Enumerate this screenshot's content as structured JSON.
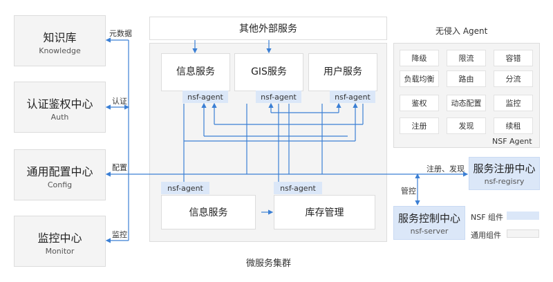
{
  "left_nodes": [
    {
      "title": "知识库",
      "sub": "Knowledge",
      "edge_label": "元数据"
    },
    {
      "title": "认证鉴权中心",
      "sub": "Auth",
      "edge_label": "认证"
    },
    {
      "title": "通用配置中心",
      "sub": "Config",
      "edge_label": "配置"
    },
    {
      "title": "监控中心",
      "sub": "Monitor",
      "edge_label": "监控"
    }
  ],
  "external": {
    "title": "其他外部服务"
  },
  "cluster": {
    "label": "微服务集群",
    "services_top": [
      "信息服务",
      "GIS服务",
      "用户服务"
    ],
    "agent_label": "nsf-agent",
    "services_bottom": [
      "信息服务",
      "库存管理"
    ]
  },
  "agent_panel": {
    "title": "无侵入 Agent",
    "features": [
      "降级",
      "限流",
      "容错",
      "负载均衡",
      "路由",
      "分流",
      "鉴权",
      "动态配置",
      "监控",
      "注册",
      "发现",
      "续租"
    ],
    "footer": "NSF Agent"
  },
  "registry": {
    "title": "服务注册中心",
    "sub": "nsf-regisry",
    "edge_label": "注册、发现"
  },
  "control": {
    "title": "服务控制中心",
    "sub": "nsf-server",
    "edge_label": "管控"
  },
  "legend": [
    {
      "label": "NSF 组件",
      "color": "#dbe7f8"
    },
    {
      "label": "通用组件",
      "color": "#f4f4f4"
    }
  ],
  "colors": {
    "accent": "#3b7fd4",
    "nsf": "#dbe7f8",
    "common": "#f4f4f4"
  }
}
